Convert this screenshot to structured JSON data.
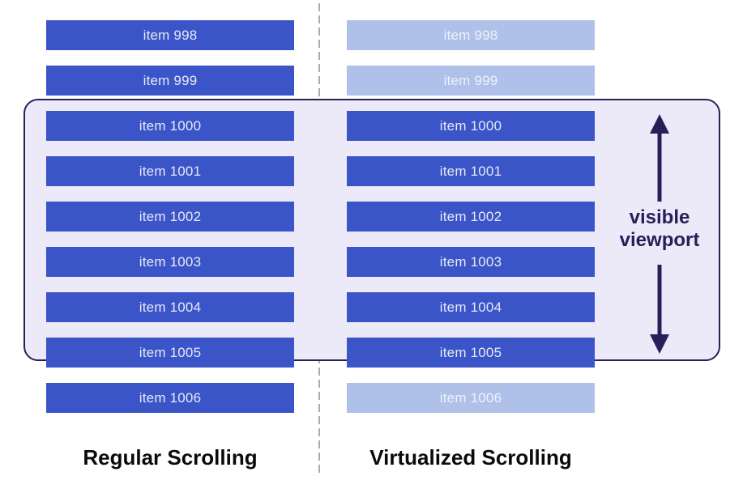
{
  "colors": {
    "background": "#FFFFFF",
    "item_solid_bg": "#3B55C8",
    "item_faded_bg": "#AFC1E8",
    "item_solid_text": "#E7EAF7",
    "item_faded_text": "#EDF2FB",
    "viewport_fill": "#ECEAF8",
    "viewport_border": "#272058",
    "annotation": "#272058",
    "divider": "#ABABB3",
    "column_label_text": "#0B0B0C"
  },
  "left_column": {
    "label": "Regular Scrolling",
    "items": [
      {
        "label": "item 998",
        "state": "solid"
      },
      {
        "label": "item 999",
        "state": "solid"
      },
      {
        "label": "item 1000",
        "state": "solid"
      },
      {
        "label": "item 1001",
        "state": "solid"
      },
      {
        "label": "item 1002",
        "state": "solid"
      },
      {
        "label": "item 1003",
        "state": "solid"
      },
      {
        "label": "item 1004",
        "state": "solid"
      },
      {
        "label": "item 1005",
        "state": "solid"
      },
      {
        "label": "item 1006",
        "state": "solid"
      }
    ]
  },
  "right_column": {
    "label": "Virtualized Scrolling",
    "items": [
      {
        "label": "item 998",
        "state": "faded"
      },
      {
        "label": "item 999",
        "state": "faded"
      },
      {
        "label": "item 1000",
        "state": "solid"
      },
      {
        "label": "item 1001",
        "state": "solid"
      },
      {
        "label": "item 1002",
        "state": "solid"
      },
      {
        "label": "item 1003",
        "state": "solid"
      },
      {
        "label": "item 1004",
        "state": "solid"
      },
      {
        "label": "item 1005",
        "state": "solid"
      },
      {
        "label": "item 1006",
        "state": "faded"
      }
    ]
  },
  "viewport": {
    "label": "visible viewport"
  }
}
